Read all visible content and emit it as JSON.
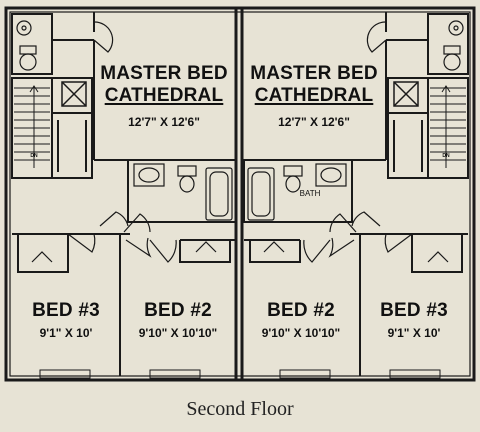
{
  "rooms": {
    "master_left": {
      "name_line1": "MASTER BED",
      "name_line2": "CATHEDRAL",
      "size": "12'7\" X 12'6\""
    },
    "master_right": {
      "name_line1": "MASTER BED",
      "name_line2": "CATHEDRAL",
      "size": "12'7\" X 12'6\""
    },
    "bed3_left": {
      "name": "BED #3",
      "size": "9'1\" X 10'"
    },
    "bed2_left": {
      "name": "BED #2",
      "size": "9'10\" X 10'10\""
    },
    "bed2_right": {
      "name": "BED #2",
      "size": "9'10\" X 10'10\""
    },
    "bed3_right": {
      "name": "BED #3",
      "size": "9'1\" X 10'"
    }
  },
  "bath_label": "BATH",
  "stair_label": "DN",
  "caption": "Second Floor"
}
